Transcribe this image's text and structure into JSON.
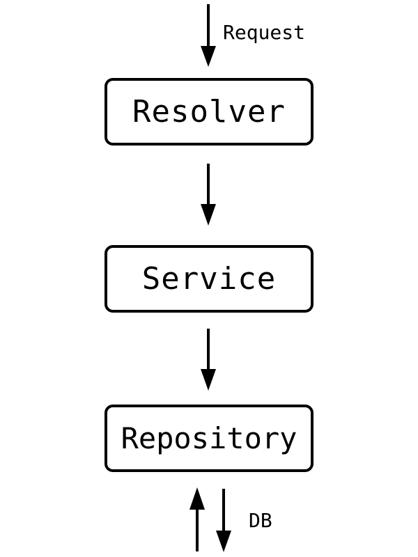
{
  "diagram": {
    "nodes": {
      "resolver": "Resolver",
      "service": "Service",
      "repository": "Repository"
    },
    "edge_labels": {
      "request": "Request",
      "db": "DB"
    }
  },
  "colors": {
    "stroke": "#000000",
    "text": "#000000",
    "background": "#ffffff"
  }
}
